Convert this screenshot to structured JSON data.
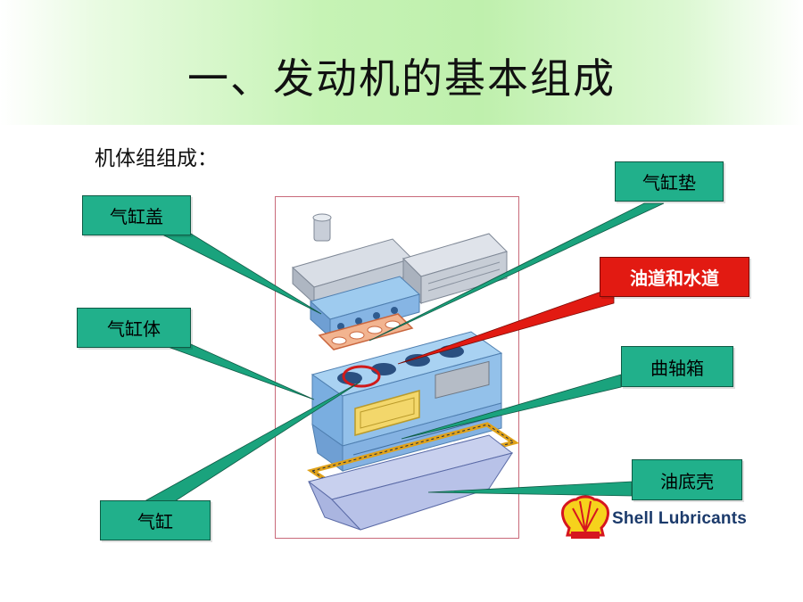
{
  "slide": {
    "title": "一、发动机的基本组成",
    "subtitle": "机体组组成："
  },
  "labels": {
    "cylinder_head": "气缸盖",
    "cylinder_gasket": "气缸垫",
    "oil_water_passage": "油道和水道",
    "cylinder_block": "气缸体",
    "crankcase": "曲轴箱",
    "oil_pan": "油底壳",
    "cylinder": "气缸"
  },
  "brand": {
    "name": "Shell Lubricants"
  },
  "colors": {
    "label_fill": "#21b08b",
    "highlight_fill": "#e21a12",
    "leader_line": "#1aa37d",
    "title_band": "#c6f3b5",
    "frame_border": "#c96a7a"
  }
}
